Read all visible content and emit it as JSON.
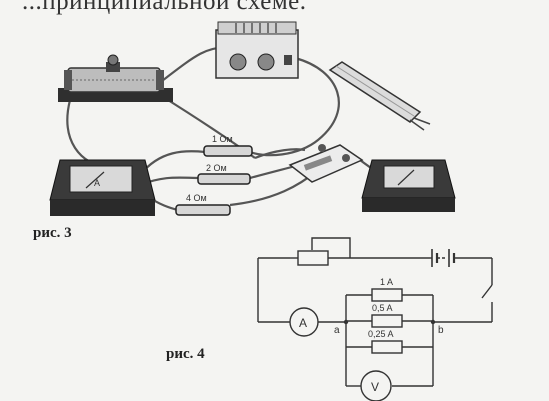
{
  "header": {
    "text": "...принципиальной схеме."
  },
  "figure3": {
    "caption": "рис. 3",
    "resistor_labels": [
      "1 Ом",
      "2 Ом",
      "4 Ом"
    ]
  },
  "figure4": {
    "caption": "рис. 4",
    "current_labels": [
      "1 A",
      "0,5 A",
      "0,25 A"
    ],
    "ammeter_symbol": "A",
    "voltmeter_symbol": "V",
    "node_a": "a",
    "node_b": "b"
  },
  "colors": {
    "ink": "#222222",
    "device_dark": "#3a3a3a",
    "background": "#f4f4f2"
  }
}
